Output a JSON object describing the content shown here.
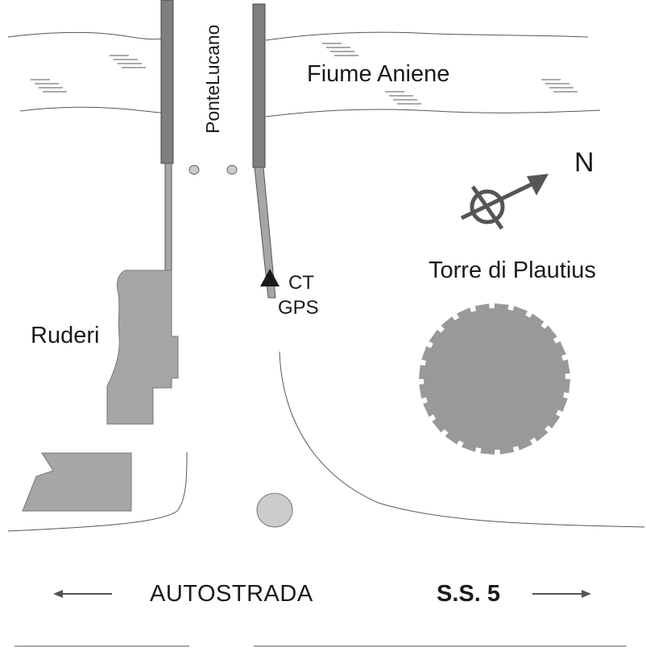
{
  "labels": {
    "river": "Fiume Aniene",
    "bridge_line1": "Ponte",
    "bridge_line2": "Lucano",
    "north": "N",
    "tower": "Torre di Plautius",
    "ruins": "Ruderi",
    "gps_line1": "CT",
    "gps_line2": "GPS",
    "road_left": "AUTOSTRADA",
    "road_right": "S.S. 5"
  },
  "icons": {
    "north_arrow": "compass-arrow-icon",
    "gps_marker": "triangle-marker-icon",
    "arrow_left": "arrow-left-icon",
    "arrow_right": "arrow-right-icon"
  },
  "colors": {
    "background": "#ffffff",
    "line": "#555555",
    "bridge_wall": "#7f7f7f",
    "structure_fill": "#a6a6a6",
    "tower_fill": "#999999",
    "pillar_fill": "#cccccc"
  }
}
